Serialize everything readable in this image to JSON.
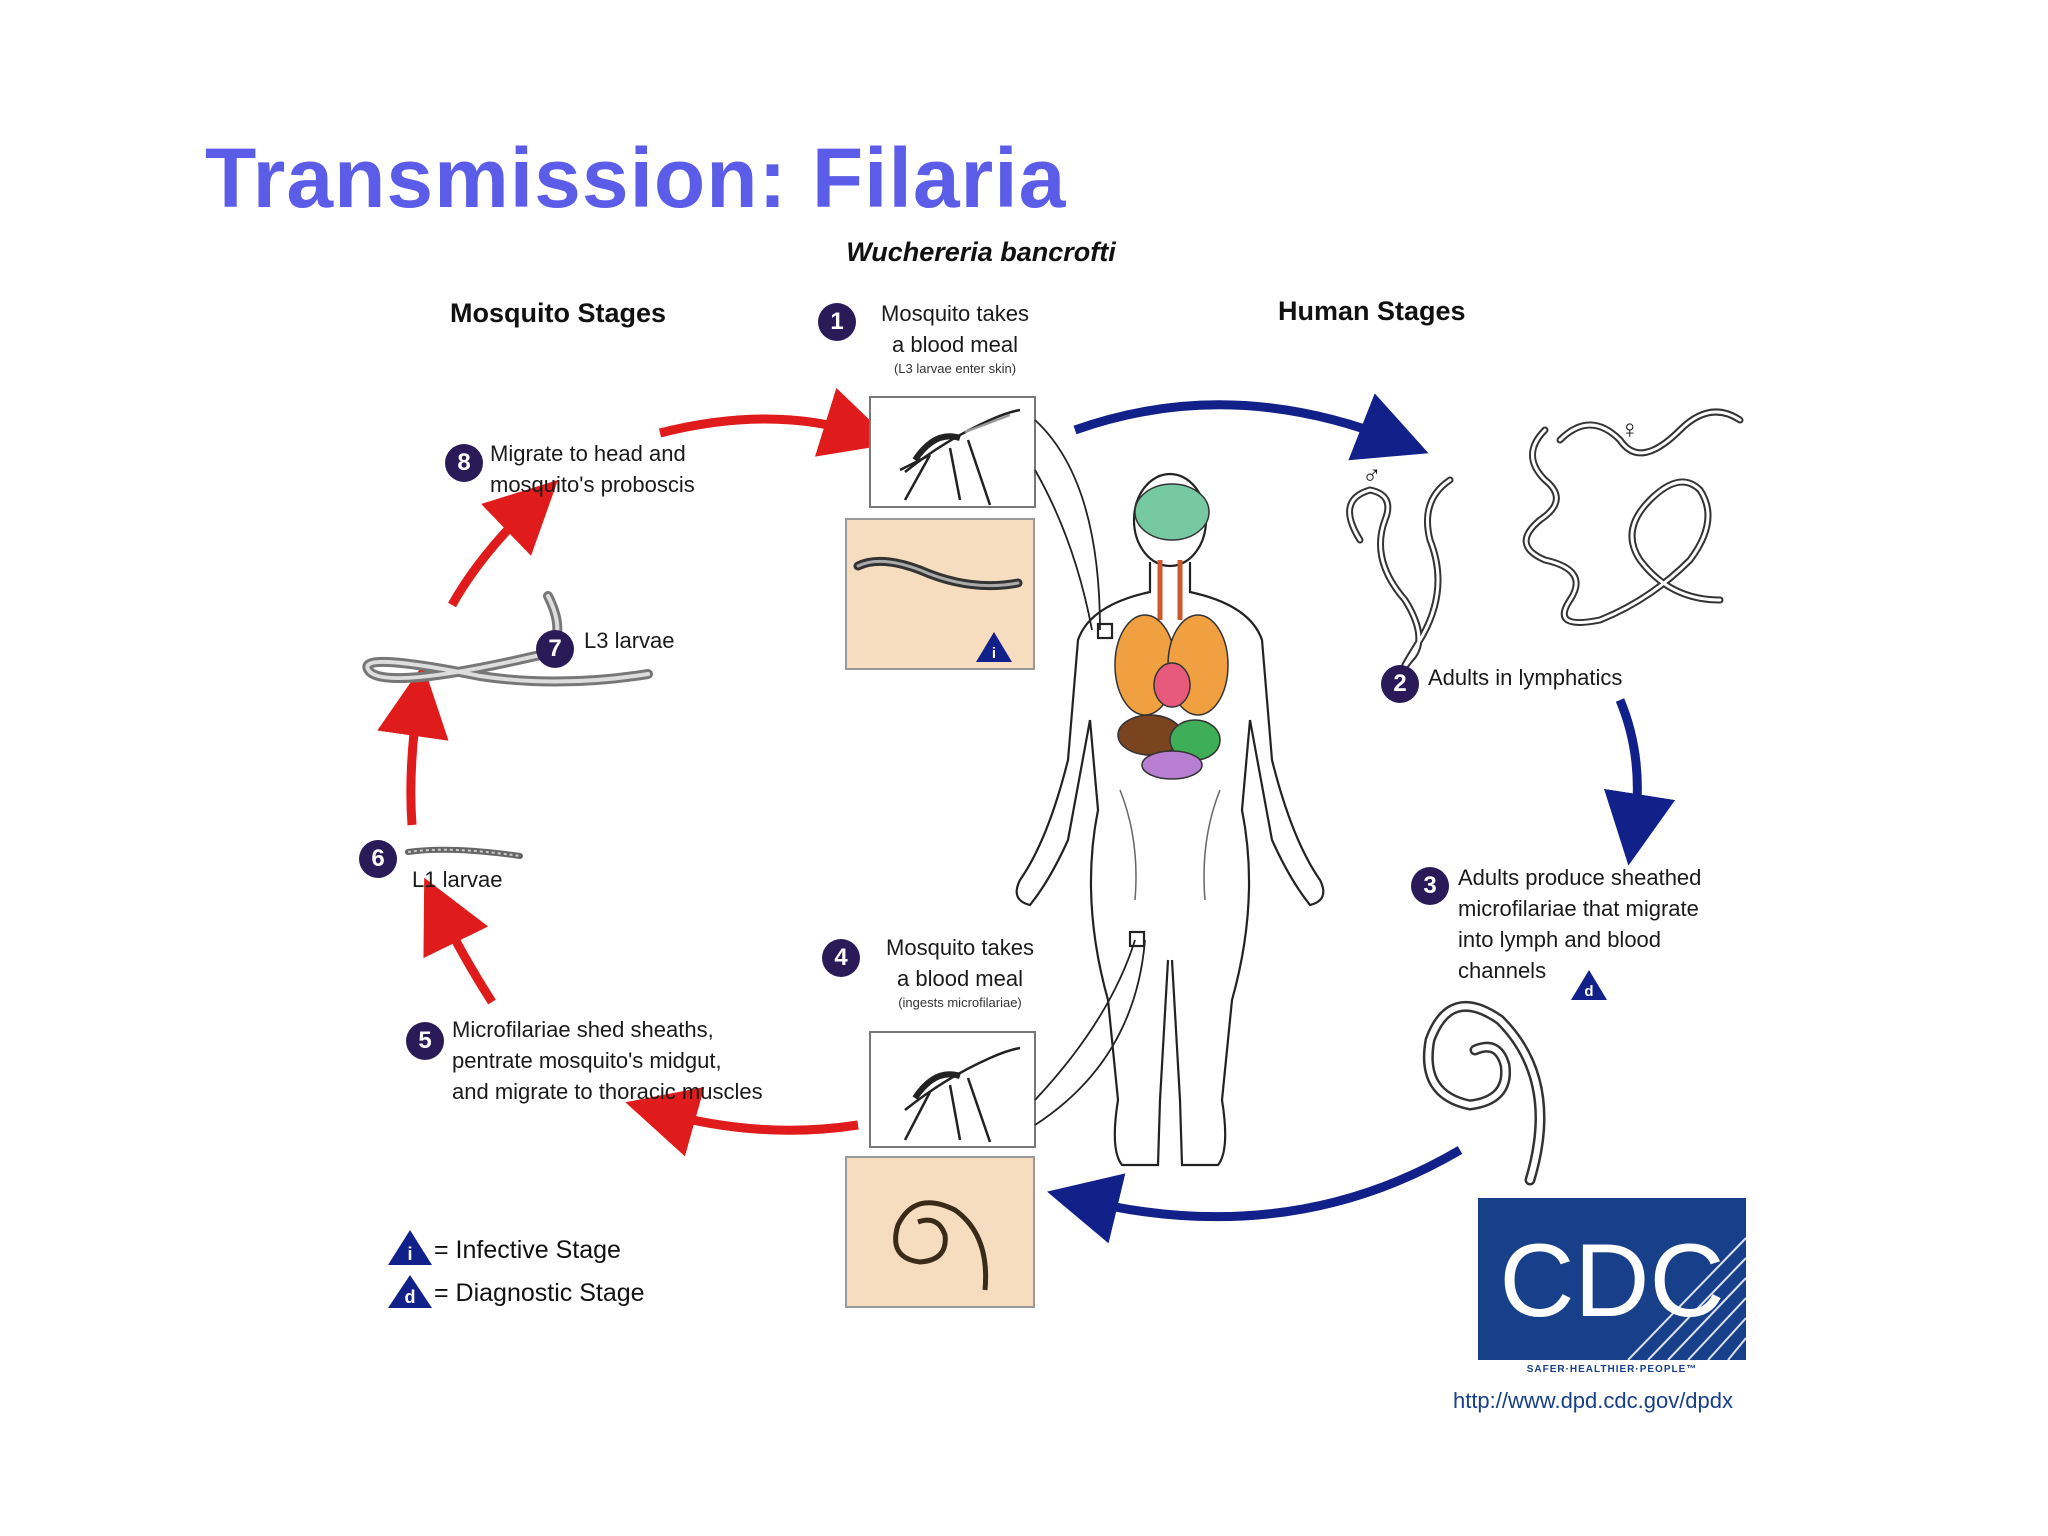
{
  "title": "Transmission: Filaria",
  "species": "Wuchereria bancrofti",
  "sections": {
    "mosquito": "Mosquito Stages",
    "human": "Human Stages"
  },
  "steps": [
    {
      "n": "1",
      "lines": [
        "Mosquito takes",
        "a blood meal"
      ],
      "note": "(L3 larvae enter skin)"
    },
    {
      "n": "2",
      "lines": [
        "Adults in lymphatics"
      ]
    },
    {
      "n": "3",
      "lines": [
        "Adults produce sheathed",
        "microfilariae that migrate",
        "into lymph and blood",
        "channels"
      ]
    },
    {
      "n": "4",
      "lines": [
        "Mosquito takes",
        "a blood meal"
      ],
      "note": "(ingests microfilariae)"
    },
    {
      "n": "5",
      "lines": [
        "Microfilariae shed sheaths,",
        "pentrate mosquito's midgut,",
        "and migrate to thoracic muscles"
      ]
    },
    {
      "n": "6",
      "lines": [
        "L1 larvae"
      ]
    },
    {
      "n": "7",
      "lines": [
        "L3 larvae"
      ]
    },
    {
      "n": "8",
      "lines": [
        "Migrate to head and",
        "mosquito's proboscis"
      ]
    }
  ],
  "legend": {
    "infective": {
      "symbol": "i",
      "text": "= Infective Stage"
    },
    "diagnostic": {
      "symbol": "d",
      "text": "= Diagnostic Stage"
    }
  },
  "sex_symbols": {
    "male": "♂",
    "female": "♀"
  },
  "logo": {
    "text": "CDC",
    "tagline": "SAFER·HEALTHIER·PEOPLE™",
    "url": "http://www.dpd.cdc.gov/dpdx"
  },
  "colors": {
    "title": "#5b5de8",
    "mosquito_arrows": "#e01b1b",
    "human_arrows": "#12208a",
    "step_badge": "#2a1a58",
    "panel": "#f7ddc0",
    "cdc": "#173f8a"
  }
}
